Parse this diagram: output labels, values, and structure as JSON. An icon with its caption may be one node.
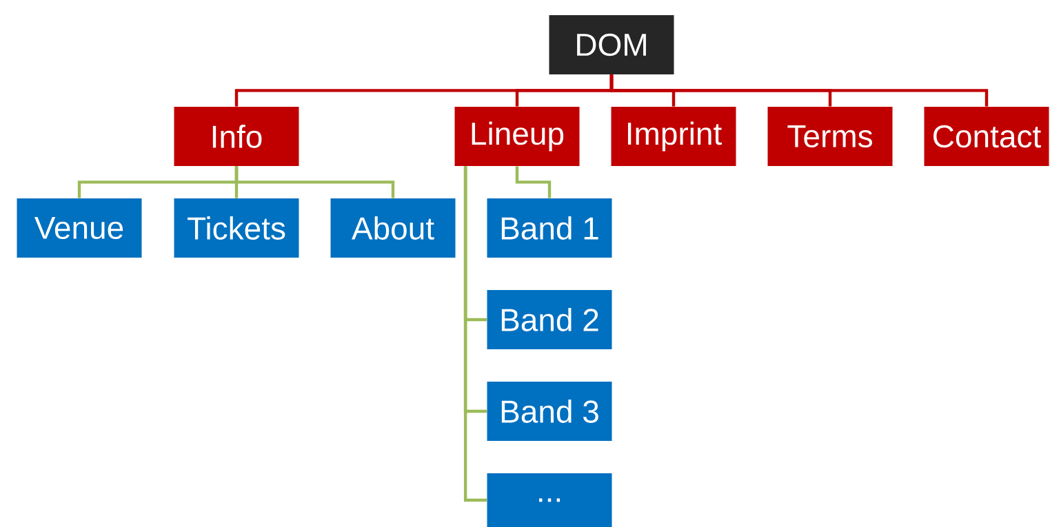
{
  "diagram": {
    "nodes": [
      {
        "text": [
          "DOM"
        ]
      },
      {
        "text": [
          "Info"
        ]
      },
      {
        "text": [
          "Lineup"
        ]
      },
      {
        "text": [
          "Imprint"
        ]
      },
      {
        "text": [
          "Terms"
        ]
      },
      {
        "text": [
          "Contact"
        ]
      },
      {
        "text": [
          "Venue"
        ]
      },
      {
        "text": [
          "Tickets"
        ]
      },
      {
        "text": [
          "About"
        ]
      },
      {
        "text": [
          "Band 1"
        ]
      },
      {
        "text": [
          "Band 2"
        ]
      },
      {
        "text": [
          "Band 3"
        ]
      },
      {
        "text": [
          "..."
        ]
      }
    ],
    "edges": [
      {
        "from": 0,
        "to": 1,
        "arrow": "none",
        "color": "#c00000"
      },
      {
        "from": 0,
        "to": 2,
        "arrow": "none",
        "color": "#c00000"
      },
      {
        "from": 0,
        "to": 3,
        "arrow": "none",
        "color": "#c00000"
      },
      {
        "from": 0,
        "to": 4,
        "arrow": "none",
        "color": "#c00000"
      },
      {
        "from": 0,
        "to": 5,
        "arrow": "none",
        "color": "#c00000"
      },
      {
        "from": 1,
        "to": 6,
        "arrow": "none"
      },
      {
        "from": 1,
        "to": 7,
        "arrow": "none"
      },
      {
        "from": 1,
        "to": 8,
        "arrow": "none"
      },
      {
        "from": 2,
        "to": 9,
        "arrow": "none"
      },
      {
        "from": 2,
        "to": 10,
        "arrow": "none"
      },
      {
        "from": 2,
        "to": 11,
        "arrow": "none"
      },
      {
        "from": 2,
        "to": 12,
        "arrow": "none"
      }
    ]
  }
}
